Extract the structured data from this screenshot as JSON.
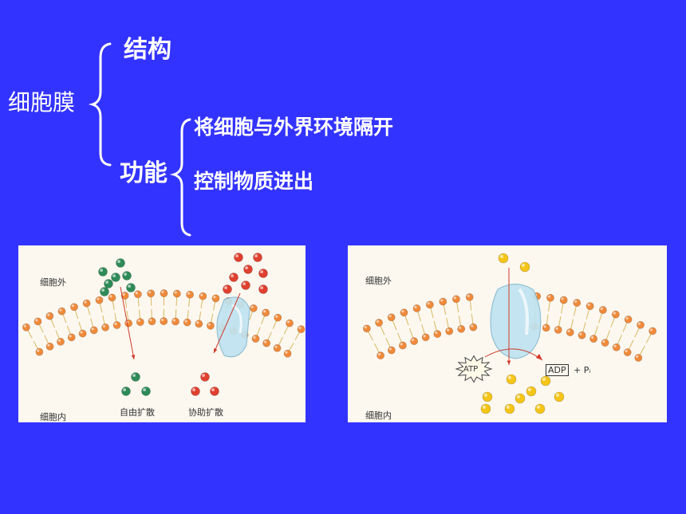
{
  "title": {
    "membrane": "细胞膜",
    "structure": "结构",
    "function": "功能"
  },
  "functions": [
    "将细胞与外界环境隔开",
    "控制物质进出"
  ],
  "left_panel": {
    "outside_label": "细胞外",
    "inside_label": "细胞内",
    "free_diffusion_label": "自由扩散",
    "facilitated_diffusion_label": "协助扩散"
  },
  "right_panel": {
    "outside_label": "细胞外",
    "inside_label": "细胞内",
    "atp_label": "ATP",
    "adp_label": "ADP",
    "pi_label": "+ Pᵢ"
  },
  "colors": {
    "background": "#3333ff",
    "text": "#ffffff",
    "panel": "#fcf8f0",
    "phospholipid_head": "#f08a3a",
    "green_molecule": "#2e8b57",
    "red_molecule": "#e04030",
    "yellow_molecule": "#f5c518",
    "protein": "#bfe3f0"
  }
}
